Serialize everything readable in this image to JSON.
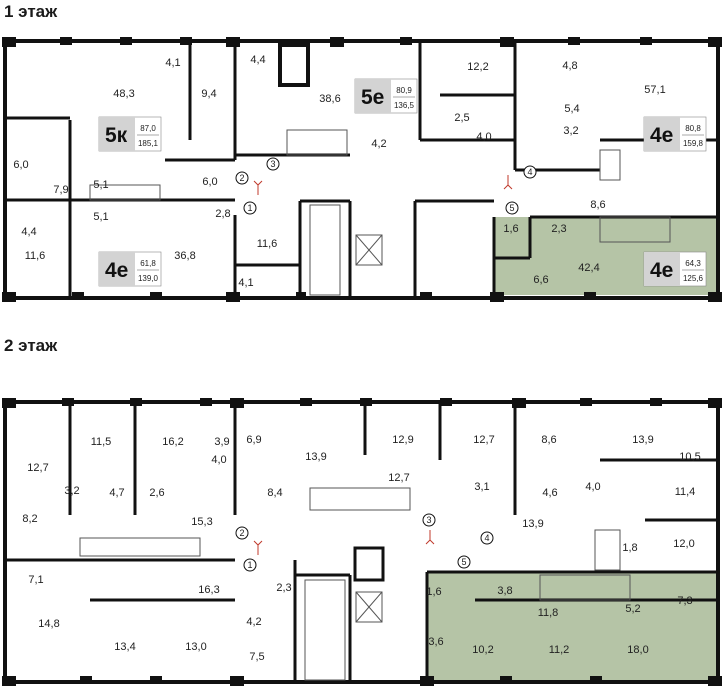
{
  "floor1": {
    "title": "1 этаж",
    "rooms": [
      "48,3",
      "4,1",
      "9,4",
      "4,4",
      "38,6",
      "12,2",
      "4,8",
      "57,1",
      "6,0",
      "7,9",
      "5,1",
      "6,0",
      "5,4",
      "3,2",
      "2,5",
      "4,0",
      "4,2",
      "5,1",
      "2,8",
      "4,4",
      "11,6",
      "11,6",
      "36,8",
      "4,1",
      "1,6",
      "2,3",
      "42,4",
      "6,6",
      "8,6"
    ],
    "apartments": [
      {
        "code": "5к",
        "area_total": "87,0",
        "area_full": "185,1"
      },
      {
        "code": "5е",
        "area_total": "80,9",
        "area_full": "136,5"
      },
      {
        "code": "4е",
        "area_total": "80,8",
        "area_full": "159,8"
      },
      {
        "code": "4е",
        "area_total": "61,8",
        "area_full": "139,0"
      },
      {
        "code": "4е",
        "area_total": "64,3",
        "area_full": "125,6"
      }
    ],
    "markers": [
      "1",
      "2",
      "3",
      "4",
      "5"
    ]
  },
  "floor2": {
    "title": "2 этаж",
    "rooms": [
      "11,5",
      "16,2",
      "3,9",
      "6,9",
      "12,9",
      "12,7",
      "8,6",
      "13,9",
      "10,5",
      "12,7",
      "3,2",
      "4,7",
      "2,6",
      "4,0",
      "13,9",
      "8,4",
      "12,7",
      "3,1",
      "4,6",
      "4,0",
      "11,4",
      "8,2",
      "15,3",
      "13,9",
      "12,0",
      "1,8",
      "7,1",
      "16,3",
      "2,3",
      "1,6",
      "3,8",
      "11,8",
      "5,2",
      "7,3",
      "14,8",
      "13,4",
      "13,0",
      "4,2",
      "7,5",
      "3,6",
      "10,2",
      "11,2",
      "18,0"
    ],
    "markers": [
      "1",
      "2",
      "3",
      "4",
      "5"
    ]
  },
  "colors": {
    "wall": "#111111",
    "highlight": "#b5c4a6",
    "tag_bg": "#d3d3d3",
    "marker_arrow": "#c0392b",
    "thin_line": "#555555"
  }
}
